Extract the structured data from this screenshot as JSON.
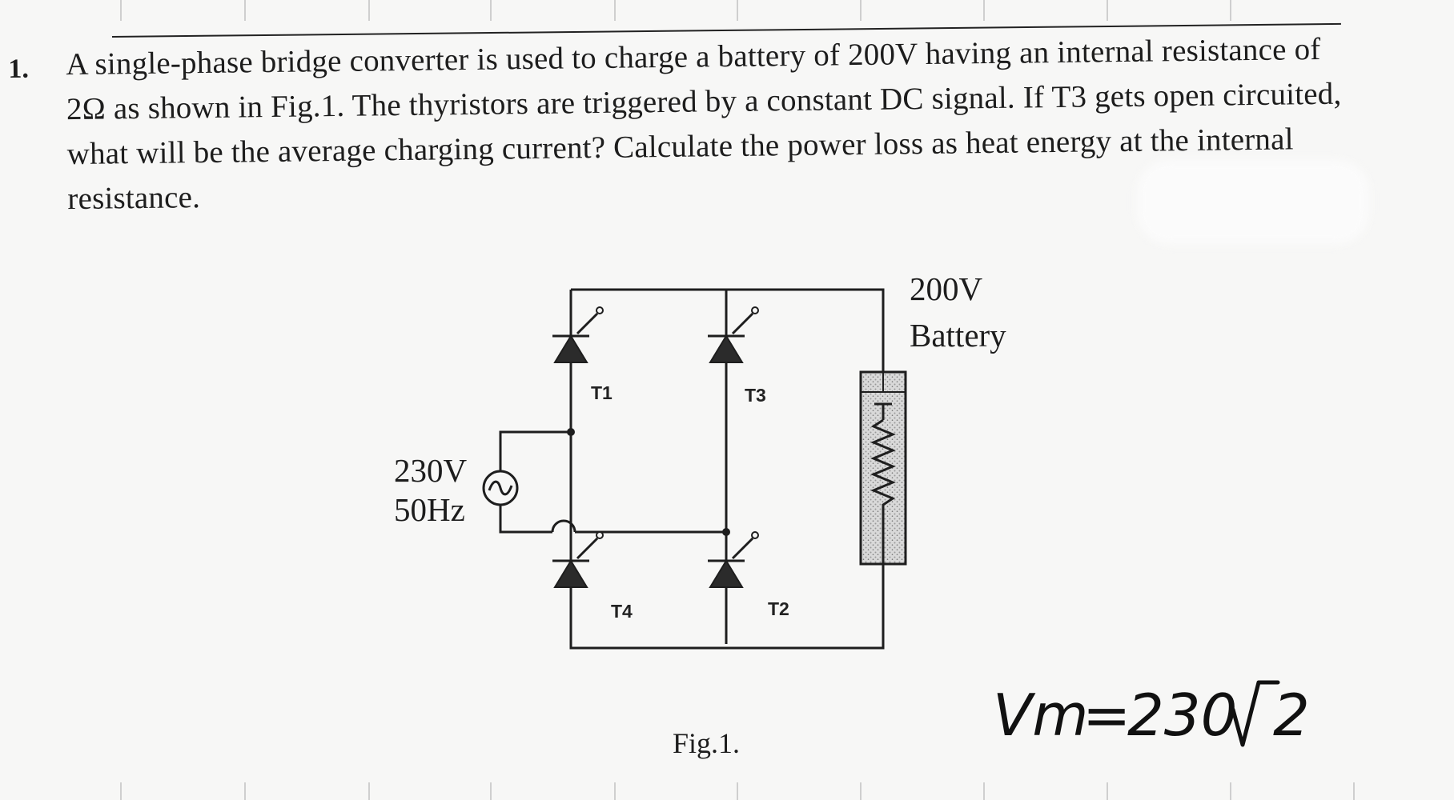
{
  "question": {
    "number": "1.",
    "text": "A single-phase bridge converter is used to charge a battery of 200V having an internal resistance of 2Ω as shown in Fig.1. The thyristors are triggered by a constant DC signal. If T3 gets open circuited, what will be the average charging current? Calculate the power loss as heat energy at the internal resistance."
  },
  "figure": {
    "source_voltage": "230V",
    "source_frequency": "50Hz",
    "battery_voltage": "200V",
    "battery_label": "Battery",
    "thyristors": [
      "T1",
      "T3",
      "T4",
      "T2"
    ],
    "caption": "Fig.1."
  },
  "handwritten_note": {
    "lhs": "Vm",
    "equals": "=",
    "value": "230",
    "radicand": "2"
  }
}
